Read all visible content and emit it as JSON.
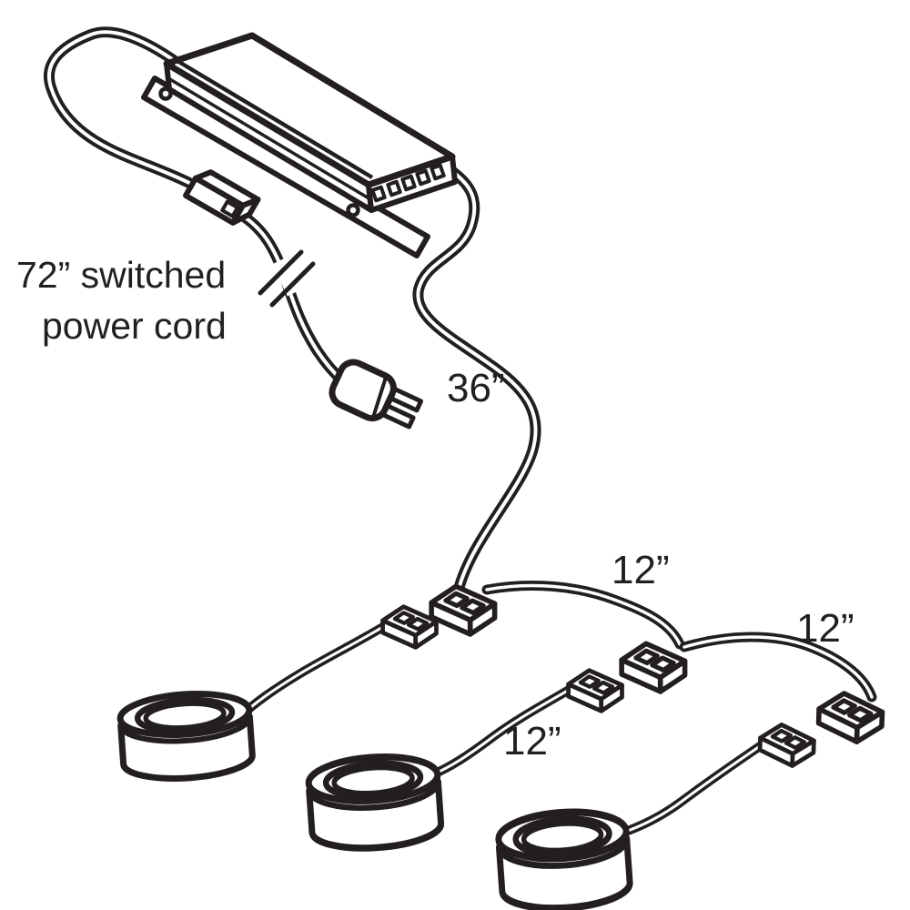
{
  "diagram": {
    "background": "#ffffff",
    "ink_color": "#231f20",
    "labels": {
      "power_cord_line1": "72” switched",
      "power_cord_line2": "power cord",
      "lead_length": "36”",
      "jumper_lengths": [
        "12”",
        "12”",
        "12”"
      ]
    }
  }
}
